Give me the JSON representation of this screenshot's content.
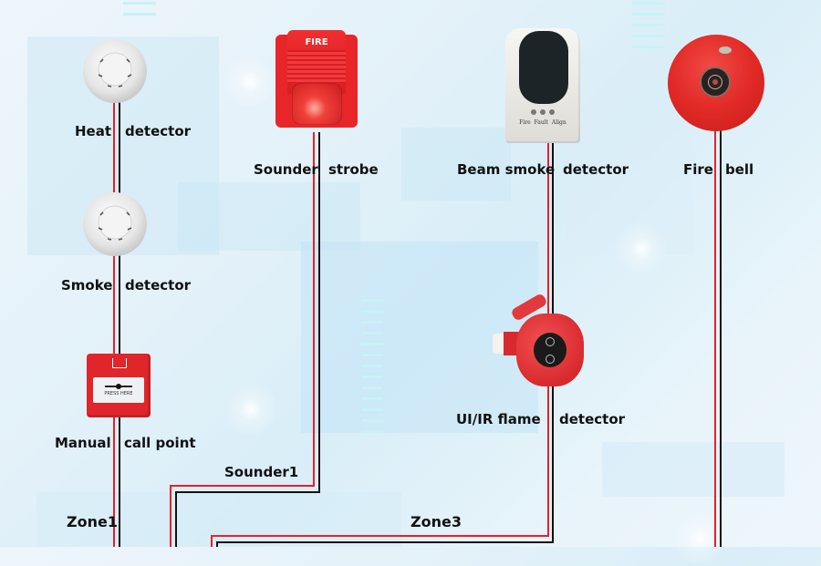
{
  "devices": {
    "heat_detector": {
      "label_left": "Heat",
      "label_right": "detector"
    },
    "smoke_detector": {
      "label_left": "Smoke",
      "label_right": "detector"
    },
    "manual_call_point": {
      "label_left": "Manual",
      "label_right": "call point",
      "face_text": "PRESS HERE"
    },
    "sounder_strobe": {
      "label_left": "Sounder",
      "label_right": "strobe",
      "face_text": "FIRE"
    },
    "beam_smoke_detector": {
      "label_left": "Beam smoke",
      "label_right": "detector",
      "face_text": "Fire  Fault  Align"
    },
    "flame_detector": {
      "label_left": "UI/IR flame",
      "label_right": "detector"
    },
    "fire_bell": {
      "label_left": "Fire",
      "label_right": "bell"
    }
  },
  "circuits": {
    "zone1": "Zone1",
    "sounder1": "Sounder1",
    "zone3": "Zone3"
  },
  "colors": {
    "positive_wire": "#e8202a",
    "negative_wire": "#111111",
    "device_red": "#e5262b"
  }
}
